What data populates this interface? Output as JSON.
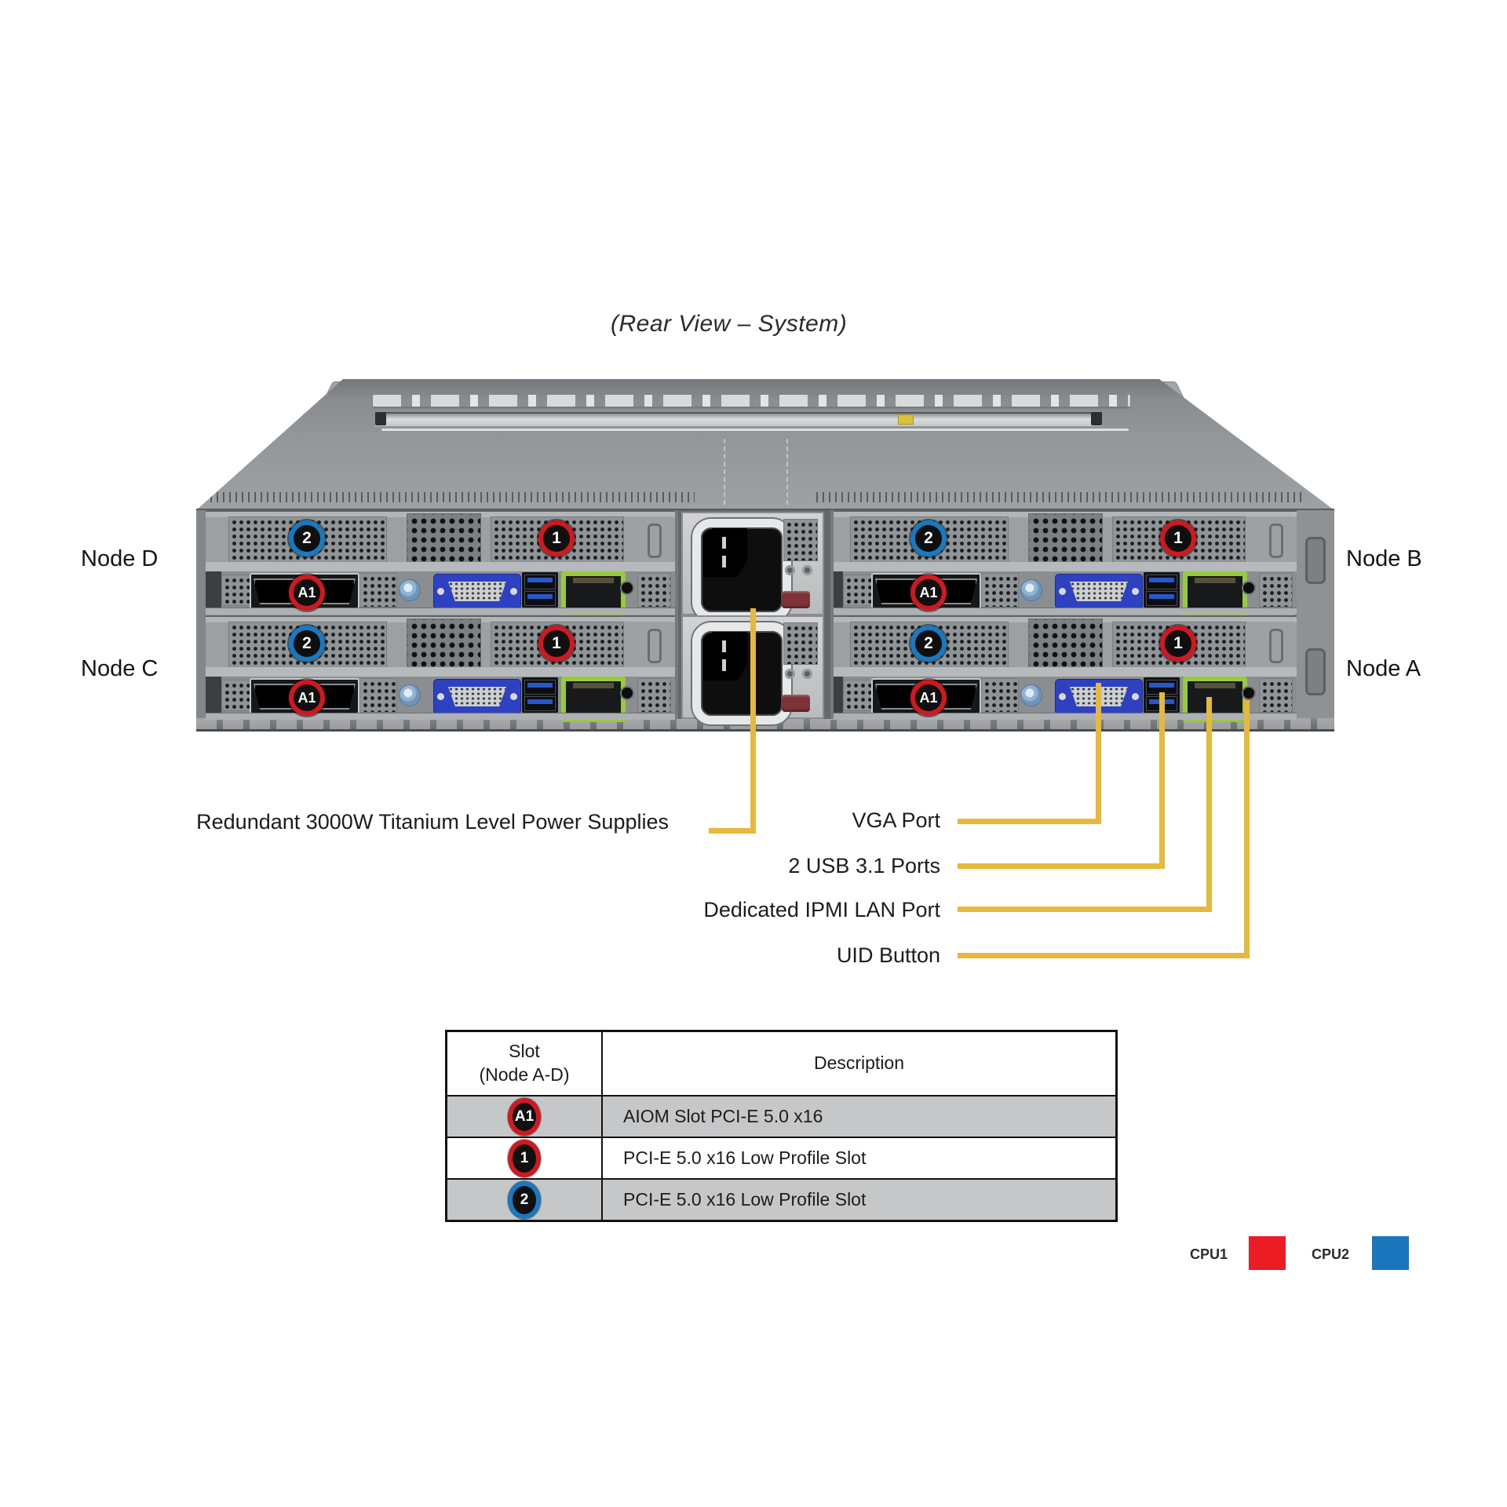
{
  "title": "(Rear View – System)",
  "nodes": {
    "top_left": "Node D",
    "bottom_left": "Node C",
    "top_right": "Node B",
    "bottom_right": "Node A"
  },
  "slot_badges": {
    "slot1": "1",
    "slot2": "2",
    "aiom": "A1"
  },
  "callouts": {
    "psu": "Redundant 3000W Titanium Level Power Supplies",
    "vga": "VGA Port",
    "usb": "2 USB 3.1 Ports",
    "ipmi": "Dedicated IPMI LAN Port",
    "uid": "UID Button"
  },
  "table": {
    "header_slot_line1": "Slot",
    "header_slot_line2": "(Node A-D)",
    "header_description": "Description",
    "rows": [
      {
        "slot": "A1",
        "ring": "red",
        "description": "AIOM Slot PCI-E 5.0 x16"
      },
      {
        "slot": "1",
        "ring": "red",
        "description": "PCI-E 5.0 x16 Low Profile Slot"
      },
      {
        "slot": "2",
        "ring": "blue",
        "description": "PCI-E 5.0 x16 Low Profile Slot"
      }
    ]
  },
  "legend": {
    "cpu1": {
      "label": "CPU1",
      "color": "#ec1c24"
    },
    "cpu2": {
      "label": "CPU2",
      "color": "#1b75bc"
    }
  },
  "colors": {
    "callout_line": "#e6b93c",
    "badge_red_ring": "#cf1920",
    "badge_blue_ring": "#1879c0",
    "lan_green": "#98ca3c",
    "vga_blue": "#2e41c0",
    "table_row_gray": "#c6c7c8"
  }
}
